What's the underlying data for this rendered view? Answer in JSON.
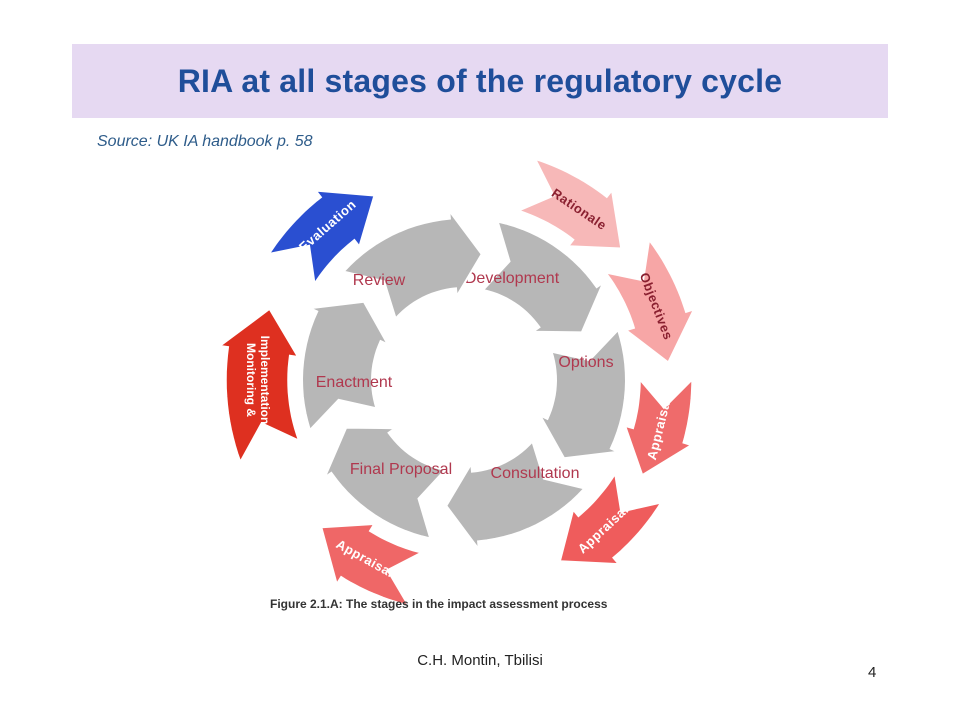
{
  "title": "RIA at all stages of the regulatory cycle",
  "source": "Source: UK IA handbook p. 58",
  "inner_stages": [
    "Development",
    "Options",
    "Consultation",
    "Final Proposal",
    "Enactment",
    "Review"
  ],
  "outer_steps": [
    {
      "label": "Rationale",
      "color": "#f7b8b8"
    },
    {
      "label": "Objectives",
      "color": "#f7a6a6"
    },
    {
      "label": "Appraisal",
      "color": "#ef6b6b"
    },
    {
      "label": "Appraisal",
      "color": "#ef5c5c"
    },
    {
      "label": "Appraisal",
      "color": "#ef6767"
    },
    {
      "label": "Monitoring &",
      "label2": "Implementation",
      "color": "#de3020"
    },
    {
      "label": "Evaluation",
      "color": "#2a4fd1"
    }
  ],
  "caption": "Figure 2.1.A: The stages in the impact assessment process",
  "footer": "C.H. Montin, Tbilisi",
  "page_number": "4",
  "colors": {
    "inner_ring": "#b7b7b7",
    "inner_text": "#b0384e",
    "title": "#1f4e9a"
  }
}
